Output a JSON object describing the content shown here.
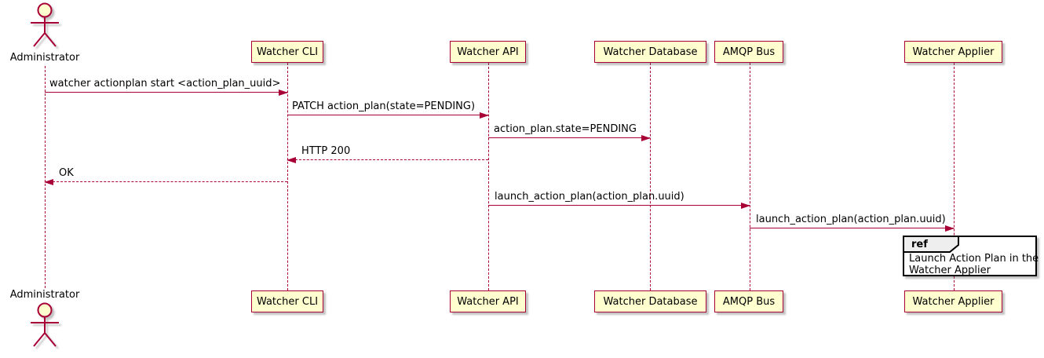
{
  "colors": {
    "accent": "#A80036",
    "participant_fill": "#FEFECE",
    "ref_header_fill": "#EEEEEE",
    "ref_fill": "#FFFFFF",
    "text": "#000000"
  },
  "actor": {
    "name": "Administrator"
  },
  "participants": [
    {
      "label": "Watcher CLI"
    },
    {
      "label": "Watcher API"
    },
    {
      "label": "Watcher Database"
    },
    {
      "label": "AMQP Bus"
    },
    {
      "label": "Watcher Applier"
    }
  ],
  "messages": [
    {
      "from": "Administrator",
      "to": "Watcher CLI",
      "text": "watcher actionplan start <action_plan_uuid>",
      "line": "solid"
    },
    {
      "from": "Watcher CLI",
      "to": "Watcher API",
      "text": "PATCH action_plan(state=PENDING)",
      "line": "solid"
    },
    {
      "from": "Watcher API",
      "to": "Watcher Database",
      "text": "action_plan.state=PENDING",
      "line": "solid"
    },
    {
      "from": "Watcher API",
      "to": "Watcher CLI",
      "text": "HTTP 200",
      "line": "dashed"
    },
    {
      "from": "Watcher CLI",
      "to": "Administrator",
      "text": "OK",
      "line": "dashed"
    },
    {
      "from": "Watcher API",
      "to": "AMQP Bus",
      "text": "launch_action_plan(action_plan.uuid)",
      "line": "solid"
    },
    {
      "from": "AMQP Bus",
      "to": "Watcher Applier",
      "text": "launch_action_plan(action_plan.uuid)",
      "line": "solid"
    }
  ],
  "ref_fragment": {
    "keyword": "ref",
    "lines": [
      "Launch Action Plan in the",
      "Watcher Applier"
    ]
  }
}
